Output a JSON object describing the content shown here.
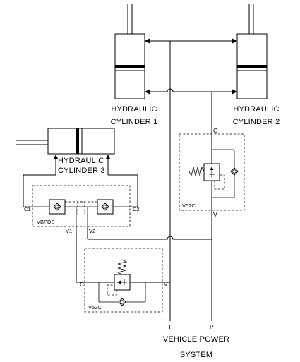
{
  "labels": {
    "cyl1_line1": "HYDRAULIC",
    "cyl1_line2": "CYLINDER 1",
    "cyl2_line1": "HYDRAULIC",
    "cyl2_line2": "CYLINDER 2",
    "cyl3_line1": "HYDRAULIC",
    "cyl3_line2": "CYLINDER 3",
    "power_line1": "VEHICLE POWER",
    "power_line2": "SYSTEM"
  },
  "ports": {
    "t": "T",
    "p": "P",
    "c_top": "C",
    "v_right": "V",
    "c_bottom": "C",
    "v_bottom": "V",
    "c1": "C1",
    "c2": "C2",
    "v1": "V1",
    "v2": "V2"
  },
  "valves": {
    "v52c_right": "V52C",
    "vbpde": "VBPDE",
    "v52c_bottom": "V52C"
  }
}
